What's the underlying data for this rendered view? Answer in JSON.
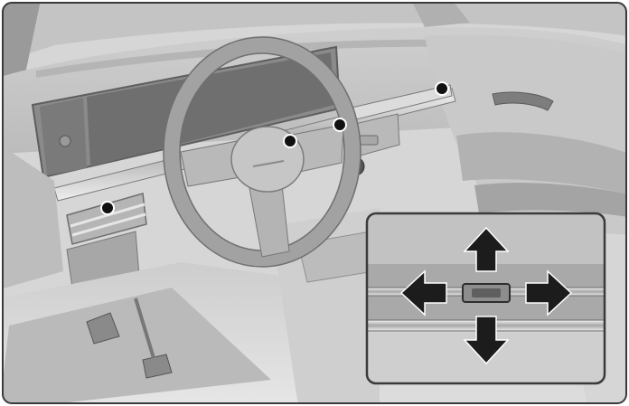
{
  "illustration": {
    "subject": "car-dashboard-air-vents",
    "callout_markers": [
      {
        "name": "vent-marker-left"
      },
      {
        "name": "vent-marker-center"
      },
      {
        "name": "vent-marker-right-center"
      },
      {
        "name": "vent-marker-right"
      }
    ],
    "inset": {
      "arrows": [
        "up",
        "down",
        "left",
        "right"
      ]
    },
    "colors": {
      "frame": "#3a3a3a",
      "body_light": "#d8d8d8",
      "body_mid": "#bdbdbd",
      "body_dark": "#8f8f8f",
      "marker": "#111111",
      "arrow": "#1c1c1c"
    }
  }
}
